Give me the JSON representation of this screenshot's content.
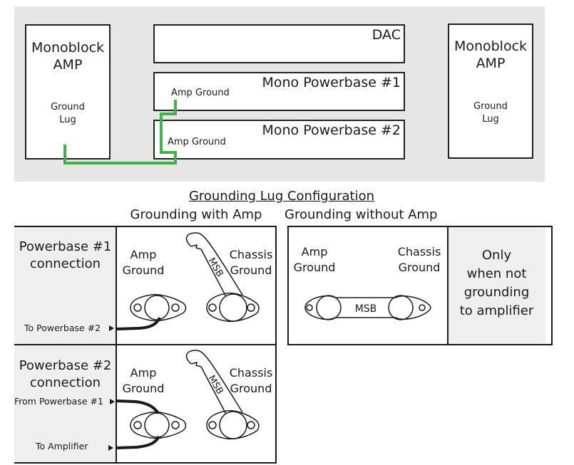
{
  "top_diagram": {
    "left_amp": {
      "title_line1": "Monoblock",
      "title_line2": "AMP",
      "lug_line1": "Ground",
      "lug_line2": "Lug"
    },
    "right_amp": {
      "title_line1": "Monoblock",
      "title_line2": "AMP",
      "lug_line1": "Ground",
      "lug_line2": "Lug"
    },
    "dac": {
      "label": "DAC"
    },
    "powerbase1": {
      "label": "Mono Powerbase #1",
      "ground_label": "Amp Ground"
    },
    "powerbase2": {
      "label": "Mono Powerbase #2",
      "ground_label": "Amp Ground"
    },
    "wire_color": "#3cb44b",
    "panel_color": "#e6e6e6"
  },
  "config": {
    "title": "Grounding Lug Configuration",
    "with_amp_heading": "Grounding with Amp",
    "without_amp_heading": "Grounding without Amp",
    "rows": [
      {
        "label_line1": "Powerbase #1",
        "label_line2": "connection",
        "cable_labels": [
          "To Powerbase #2"
        ],
        "amp_ground_line1": "Amp",
        "amp_ground_line2": "Ground",
        "chassis_ground_line1": "Chassis",
        "chassis_ground_line2": "Ground",
        "strap_label": "MSB"
      },
      {
        "label_line1": "Powerbase #2",
        "label_line2": "connection",
        "cable_labels": [
          "From Powerbase #1",
          "To Amplifier"
        ],
        "amp_ground_line1": "Amp",
        "amp_ground_line2": "Ground",
        "chassis_ground_line1": "Chassis",
        "chassis_ground_line2": "Ground",
        "strap_label": "MSB"
      }
    ],
    "without_amp": {
      "amp_ground_line1": "Amp",
      "amp_ground_line2": "Ground",
      "chassis_ground_line1": "Chassis",
      "chassis_ground_line2": "Ground",
      "strap_label": "MSB",
      "note_lines": [
        "Only",
        "when not",
        "grounding",
        "to amplifier"
      ]
    }
  }
}
